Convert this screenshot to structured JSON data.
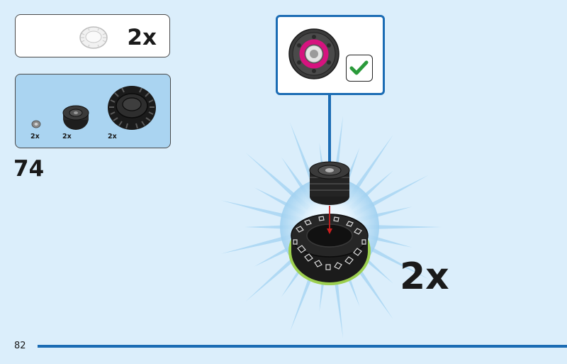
{
  "result": {
    "count": "2x"
  },
  "parts": [
    {
      "name": "bushing",
      "qty": "2x"
    },
    {
      "name": "wheel-hub",
      "qty": "2x"
    },
    {
      "name": "tire",
      "qty": "2x"
    }
  ],
  "step": {
    "number": "74"
  },
  "callout": {
    "check_icon": "checkmark-icon"
  },
  "assembly": {
    "multiplier": "2x"
  },
  "page": {
    "number": "82"
  },
  "colors": {
    "background": "#dbeefb",
    "parts_box": "#aad4f1",
    "accent_blue": "#1b6cb4",
    "highlight_magenta": "#d6137f",
    "check_green": "#2a9a3a",
    "tire_outline_green": "#9ccf4f",
    "arrow_red": "#cc1f1f"
  }
}
